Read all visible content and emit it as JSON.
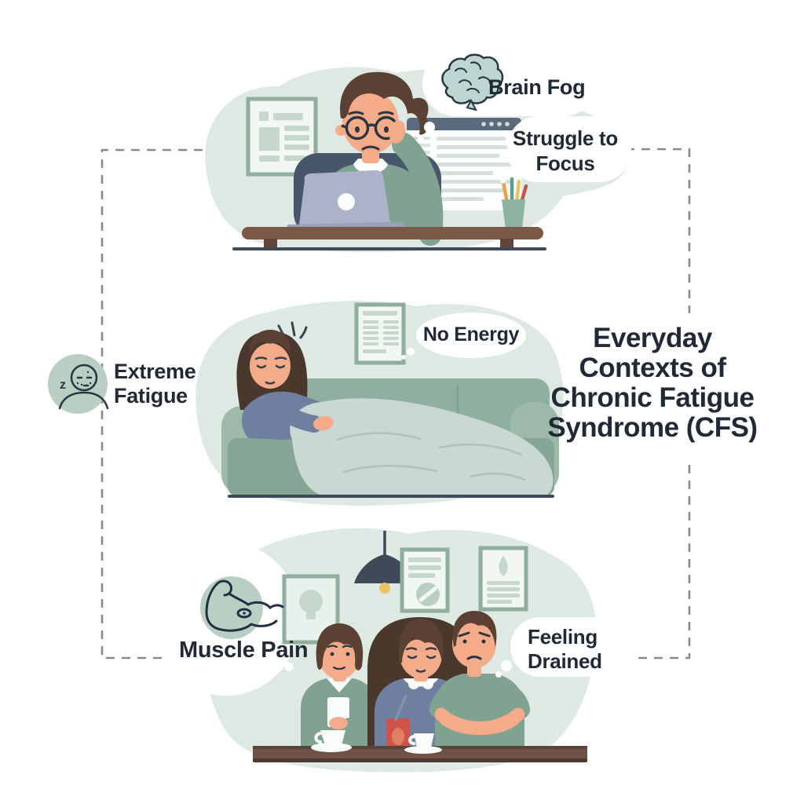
{
  "title": {
    "text": "Everyday Contexts of Chronic Fatigue Syndrome (CFS)",
    "lines": [
      "Everyday",
      "Contexts of",
      "Chronic Fatigue",
      "Syndrome (CFS)"
    ]
  },
  "callouts": {
    "brain_fog": {
      "label": "Brain Fog",
      "icon": "brain-icon"
    },
    "struggle_to_focus": {
      "label": "Struggle to Focus"
    },
    "no_energy": {
      "label": "No Energy"
    },
    "extreme_fatigue": {
      "label": "Extreme Fatigue",
      "icon": "sleepy-person-icon",
      "icon_text": "z"
    },
    "muscle_pain": {
      "label": "Muscle Pain",
      "icon": "flexed-arm-icon"
    },
    "feeling_drained": {
      "label": "Feeling Drained"
    }
  },
  "scenes": [
    {
      "name": "working-at-desk"
    },
    {
      "name": "resting-on-couch"
    },
    {
      "name": "social-gathering"
    }
  ],
  "colors": {
    "background": "#ffffff",
    "scene_blob": "#dfe9e3",
    "bubble_white": "#ffffff",
    "text_dark": "#202a36",
    "dash_gray": "#828c94",
    "icon_circle": "#b9cfc4",
    "outline_dark": "#2a3640",
    "couch_green": "#8fb0a0",
    "sweater_green": "#7fa291",
    "sweater_blue": "#6f7f9f",
    "skin": "#f3ab89",
    "hair_brown": "#5b4034",
    "wood_brown": "#6e5244",
    "laptop_gray": "#abb2c9",
    "blanket_gray_green": "#c9d8d2",
    "cup_red": "#cf5349",
    "lamp_slate": "#3e4a5a",
    "frame_green": "#8fae9e",
    "bulb_yellow": "#eac464"
  }
}
